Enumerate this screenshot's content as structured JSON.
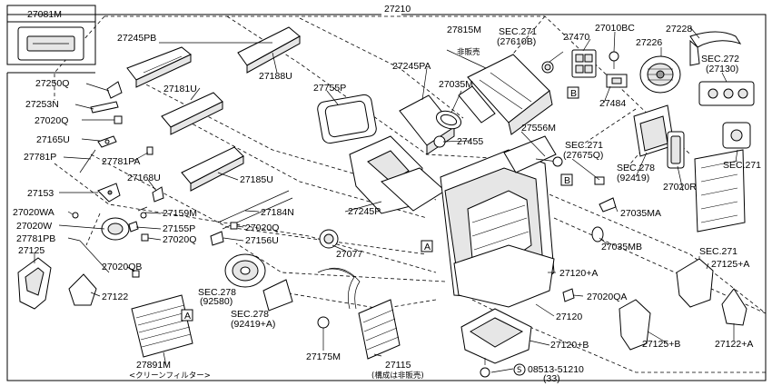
{
  "diagram_id": "J27000N5",
  "labels": {
    "p27081M": "27081M",
    "p27210": "27210",
    "p27245PB": "27245PB",
    "p27188U": "27188U",
    "p27815M": "27815M",
    "hanbai_top": "非販売",
    "sec271_top": "SEC.271",
    "sec271_top_sub": "(27610B)",
    "p27470": "27470",
    "p27010BC": "27010BC",
    "p27228": "27228",
    "p27226": "27226",
    "sec272": "SEC.272",
    "sec272_sub": "(27130)",
    "p27250Q": "27250Q",
    "p27253N": "27253N",
    "p27020Q_a": "27020Q",
    "p27165U": "27165U",
    "p27781P": "27781P",
    "p27781PA": "27781PA",
    "p27181U": "27181U",
    "p27755P": "27755P",
    "p27245PA": "27245PA",
    "p27035M": "27035M",
    "p27455": "27455",
    "p27484": "27484",
    "p27556M": "27556M",
    "sec271_mid": "SEC.271",
    "sec271_mid_sub": "(27675Q)",
    "sec278_r": "SEC.278",
    "sec278_r_sub": "(92419)",
    "p27020R": "27020R",
    "sec271_right": "SEC.271",
    "p27153": "27153",
    "p27168U": "27168U",
    "p27185U": "27185U",
    "p27159M": "27159M",
    "p27184N": "27184N",
    "p27020WA": "27020WA",
    "p27020W": "27020W",
    "p27155P": "27155P",
    "p27020Q_b": "27020Q",
    "p27020Q_c": "27020Q",
    "p27781PB": "27781PB",
    "p27156U": "27156U",
    "p27245P": "27245P",
    "p27077": "27077",
    "p27035MA": "27035MA",
    "p27035MB": "27035MB",
    "p27125": "27125",
    "p27020QB": "27020QB",
    "p27122": "27122",
    "sec278_a": "SEC.278",
    "sec278_a_sub": "(92580)",
    "sec278_b": "SEC.278",
    "sec278_b_sub": "(92419+A)",
    "p27120A": "27120+A",
    "p27020QA": "27020QA",
    "p27120": "27120",
    "sec271_low": "SEC.271",
    "p27125A": "27125+A",
    "p27891M": "27891M",
    "p27891M_sub": "<クリーンフィルター>",
    "p27175M": "27175M",
    "p27115": "27115",
    "p27115_sub": "(構成は非販売)",
    "p27120B": "27120+B",
    "p27125B": "27125+B",
    "p27122A": "27122+A",
    "bolt_no": "08513-51210",
    "bolt_qty": "(33)",
    "ref_A": "A",
    "ref_B": "B",
    "ref_S": "S"
  }
}
